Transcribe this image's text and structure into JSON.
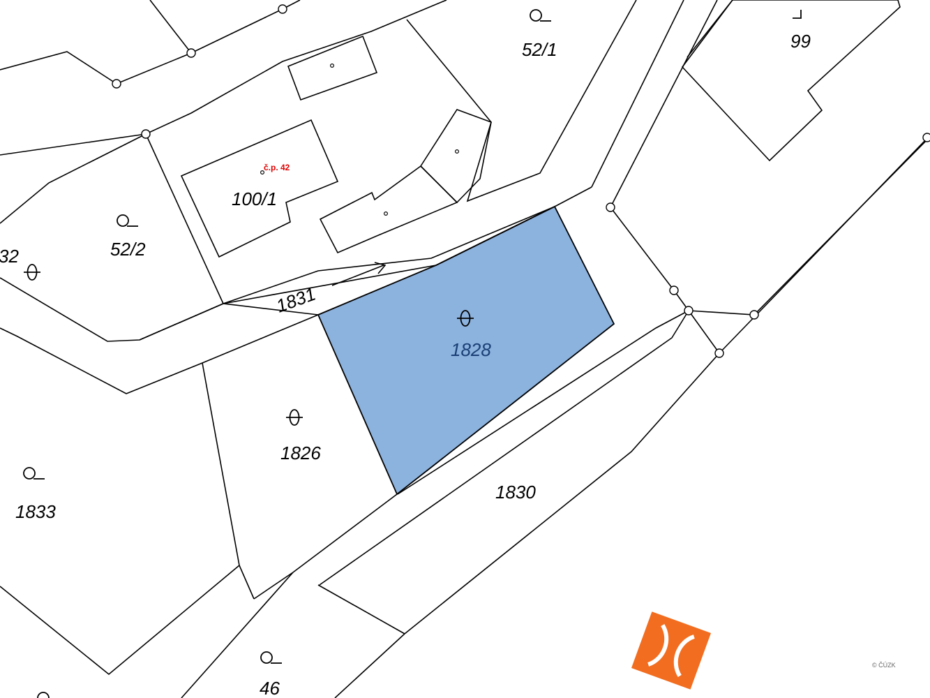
{
  "map": {
    "parcels": [
      {
        "id": "p-52-1",
        "label": "52/1",
        "symbol": "garden"
      },
      {
        "id": "p-99",
        "label": "99",
        "symbol": "building"
      },
      {
        "id": "p-100-1",
        "label": "100/1",
        "symbol": "none"
      },
      {
        "id": "p-52-2",
        "label": "52/2",
        "symbol": "garden"
      },
      {
        "id": "p-32",
        "label": "32",
        "symbol": "none"
      },
      {
        "id": "p-1831",
        "label": "1831",
        "symbol": "none"
      },
      {
        "id": "p-1828",
        "label": "1828",
        "symbol": "arable",
        "highlighted": true
      },
      {
        "id": "p-1826",
        "label": "1826",
        "symbol": "arable"
      },
      {
        "id": "p-1833",
        "label": "1833",
        "symbol": "garden"
      },
      {
        "id": "p-1830",
        "label": "1830",
        "symbol": "none"
      },
      {
        "id": "p-46",
        "label": "46",
        "symbol": "garden"
      }
    ],
    "house_number": "č.p. 42",
    "copyright": "© ČÚZK",
    "colors": {
      "highlight_fill": "#8cb2de",
      "highlight_label": "#1a3f75",
      "house_number": "#e00000",
      "logo": "#f26d1f"
    },
    "icons": [
      "arrow-icon",
      "boundary-point-icon",
      "garden-symbol-icon",
      "arable-symbol-icon",
      "logo-icon"
    ]
  }
}
